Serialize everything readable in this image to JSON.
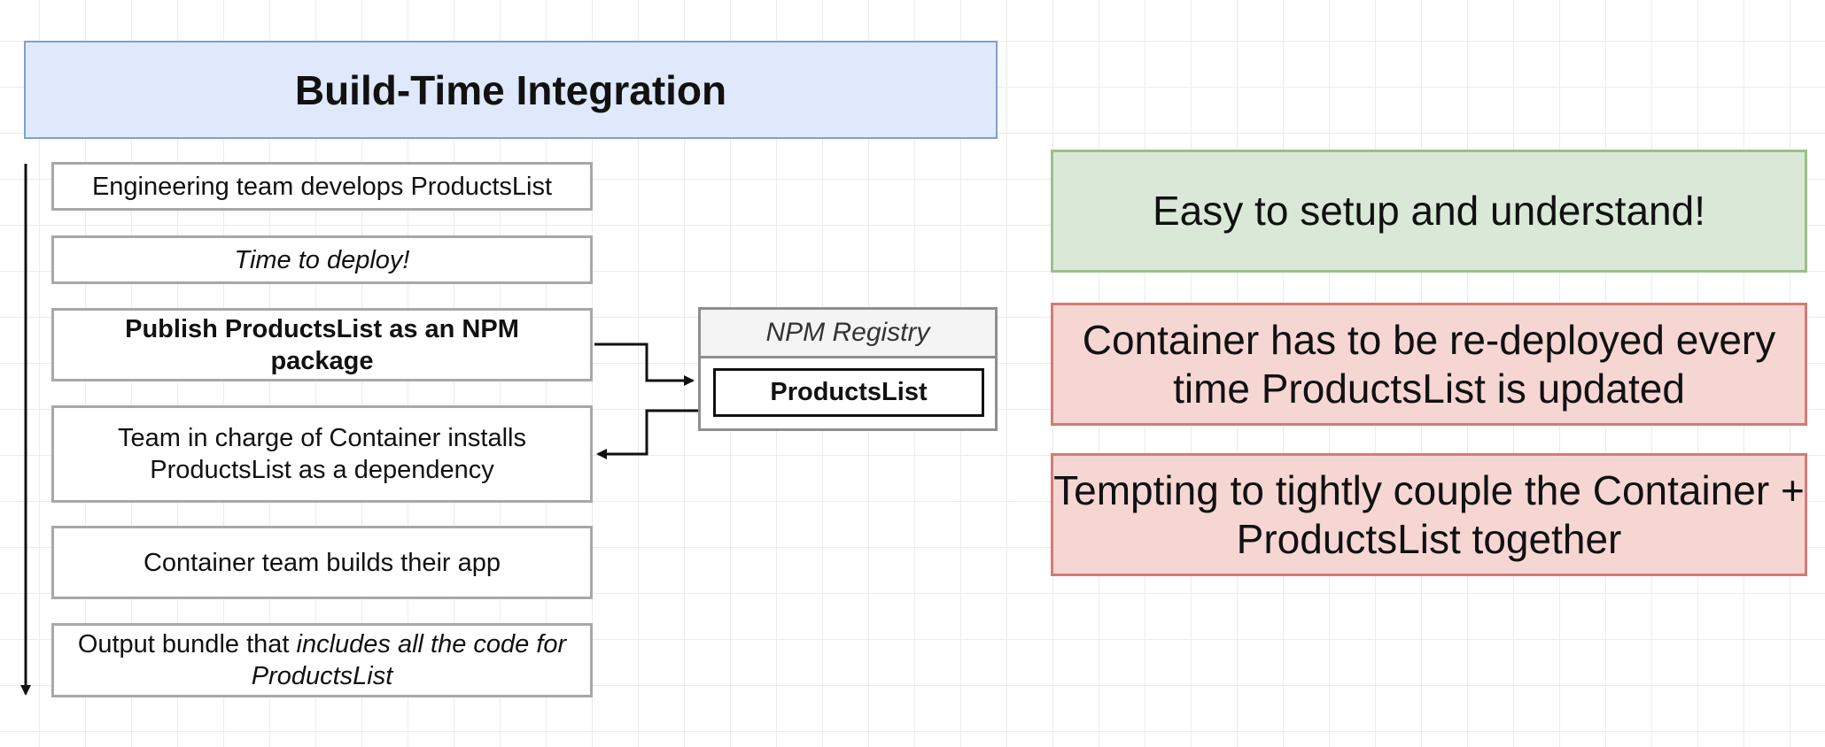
{
  "title": "Build-Time Integration",
  "steps": {
    "s1": "Engineering team develops ProductsList",
    "s2": "Time to deploy!",
    "s3": "Publish ProductsList as an NPM package",
    "s4": "Team in charge of Container installs ProductsList as a dependency",
    "s5": "Container team builds their app",
    "s6_plain": "Output bundle that ",
    "s6_italic": "includes all the code for ProductsList"
  },
  "registry": {
    "header": "NPM Registry",
    "item": "ProductsList"
  },
  "notes": {
    "pro": "Easy to setup and understand!",
    "con1": "Container has to be re-deployed every time ProductsList is updated",
    "con2": "Tempting to tightly couple the Container + ProductsList together"
  },
  "colors": {
    "title_fill": "#dfe9fb",
    "pro_fill": "#dae8d8",
    "con_fill": "#f6d6d3"
  }
}
